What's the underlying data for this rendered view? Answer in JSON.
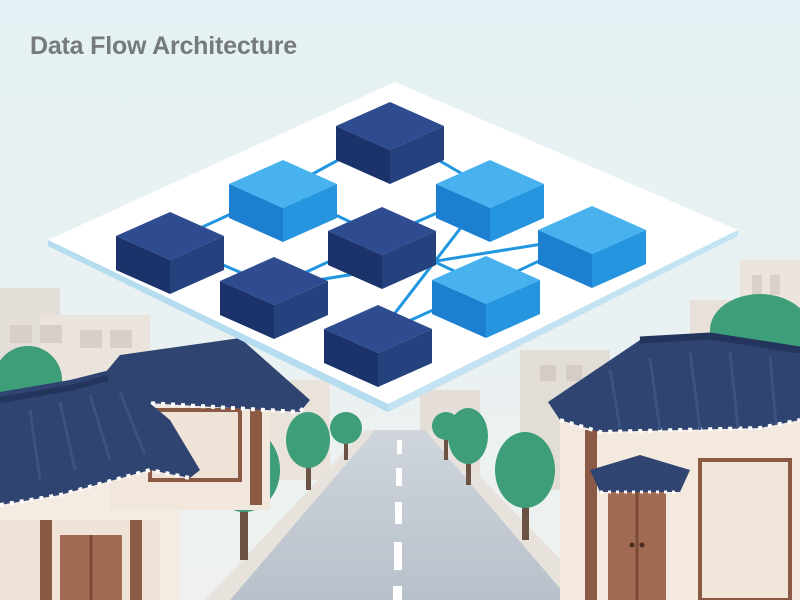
{
  "title": "Data Flow Architecture",
  "colors": {
    "sky": "#e6f1f4",
    "platform": "#ffffff",
    "platform_edge": "#bfe1f1",
    "block_dark_top": "#2e4c8f",
    "block_dark_left": "#1c326b",
    "block_dark_right": "#25417e",
    "block_light_top": "#47b2ee",
    "block_light_left": "#1d7fd0",
    "block_light_right": "#2495de",
    "connector": "#2196e0",
    "roof": "#2f4470",
    "roof_tile_accent": "#ffffff",
    "wood": "#8a5a45",
    "wall": "#f4ebe2",
    "tree": "#3e9e7a",
    "trunk": "#6c5244",
    "road": "#c5ccd6",
    "buildings": "#dfd7d0"
  },
  "diagram": {
    "blocks": [
      {
        "id": "b1",
        "tone": "dark"
      },
      {
        "id": "b2",
        "tone": "light"
      },
      {
        "id": "b3",
        "tone": "light"
      },
      {
        "id": "b4",
        "tone": "dark"
      },
      {
        "id": "b5",
        "tone": "dark"
      },
      {
        "id": "b6",
        "tone": "dark"
      },
      {
        "id": "b7",
        "tone": "light"
      },
      {
        "id": "b8",
        "tone": "light"
      },
      {
        "id": "b9",
        "tone": "dark"
      }
    ],
    "connections": [
      [
        "b1",
        "b2"
      ],
      [
        "b1",
        "b3"
      ],
      [
        "b2",
        "b4"
      ],
      [
        "b2",
        "b5"
      ],
      [
        "b3",
        "b5"
      ],
      [
        "b3",
        "b9"
      ],
      [
        "b4",
        "b6"
      ],
      [
        "b5",
        "b6"
      ],
      [
        "b5",
        "b8"
      ],
      [
        "b6",
        "b7"
      ],
      [
        "b7",
        "b8"
      ],
      [
        "b8",
        "b9"
      ]
    ]
  },
  "scene": {
    "background_buildings": "low-rise city buildings",
    "left_house": "hanok-roof",
    "right_house": "hanok-roof",
    "road": "street-with-dashed-center-line",
    "trees": "street-trees"
  }
}
